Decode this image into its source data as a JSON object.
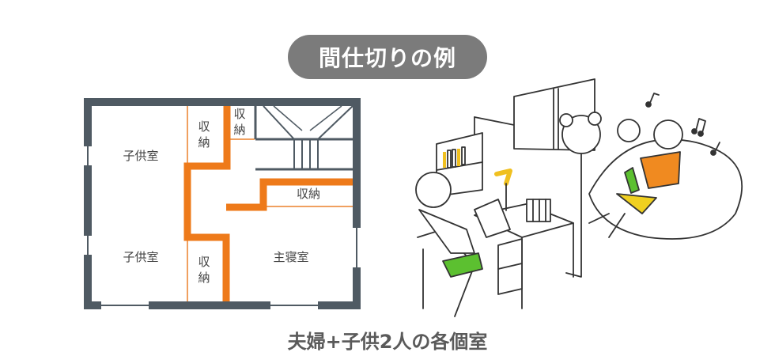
{
  "title": "間仕切りの例",
  "caption": "夫婦+子供2人の各個室",
  "floor_plan": {
    "rooms": {
      "kids_room_1": "子供室",
      "kids_room_2": "子供室",
      "master_bedroom": "主寝室",
      "storage_1": "収納",
      "storage_2": "収納",
      "storage_3": "収納",
      "storage_4": "収納"
    },
    "colors": {
      "wall": "#4f5a63",
      "partition": "#ee7a1a",
      "thin_line": "#f0a060",
      "window": "#ffffff"
    }
  },
  "illustration": {
    "description_icon": "family-rooms-illustration-icon"
  }
}
